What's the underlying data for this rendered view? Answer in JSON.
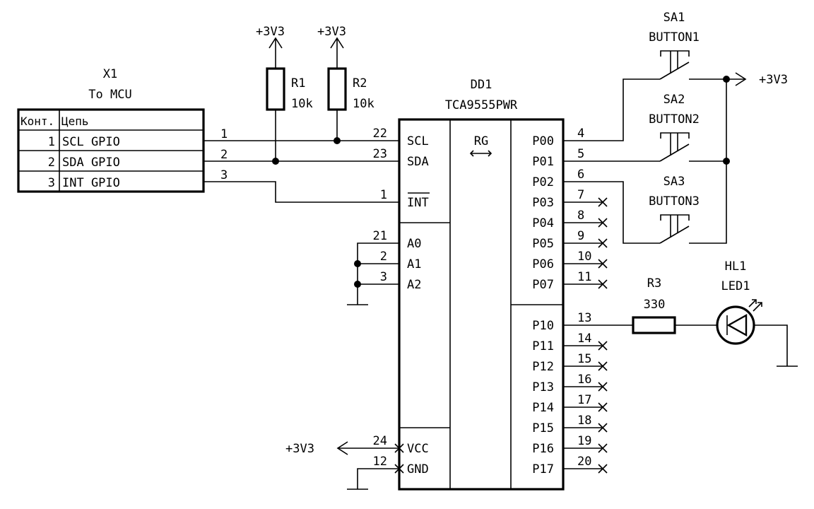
{
  "connector": {
    "ref": "X1",
    "value": "To MCU",
    "header": [
      "Конт.",
      "Цепь"
    ],
    "rows": [
      {
        "num": "1",
        "net": "SCL GPIO",
        "pin": "1"
      },
      {
        "num": "2",
        "net": "SDA GPIO",
        "pin": "2"
      },
      {
        "num": "3",
        "net": "INT GPIO",
        "pin": "3"
      }
    ]
  },
  "pullups": [
    {
      "ref": "R1",
      "value": "10k",
      "power": "+3V3"
    },
    {
      "ref": "R2",
      "value": "10k",
      "power": "+3V3"
    }
  ],
  "chip": {
    "ref": "DD1",
    "value": "TCA9555PWR",
    "center_label": "RG",
    "center_symbol": "⟷",
    "left_pins": [
      {
        "name": "SCL",
        "num": "22"
      },
      {
        "name": "SDA",
        "num": "23"
      },
      {
        "name": "INT",
        "num": "1",
        "inverted": true
      },
      {
        "name": "A0",
        "num": "21"
      },
      {
        "name": "A1",
        "num": "2"
      },
      {
        "name": "A2",
        "num": "3"
      },
      {
        "name": "VCC",
        "num": "24"
      },
      {
        "name": "GND",
        "num": "12"
      }
    ],
    "right_pins": [
      {
        "name": "P00",
        "num": "4",
        "nc": false
      },
      {
        "name": "P01",
        "num": "5",
        "nc": false
      },
      {
        "name": "P02",
        "num": "6",
        "nc": false
      },
      {
        "name": "P03",
        "num": "7",
        "nc": true
      },
      {
        "name": "P04",
        "num": "8",
        "nc": true
      },
      {
        "name": "P05",
        "num": "9",
        "nc": true
      },
      {
        "name": "P06",
        "num": "10",
        "nc": true
      },
      {
        "name": "P07",
        "num": "11",
        "nc": true
      },
      {
        "name": "P10",
        "num": "13",
        "nc": false
      },
      {
        "name": "P11",
        "num": "14",
        "nc": true
      },
      {
        "name": "P12",
        "num": "15",
        "nc": true
      },
      {
        "name": "P13",
        "num": "16",
        "nc": true
      },
      {
        "name": "P14",
        "num": "17",
        "nc": true
      },
      {
        "name": "P15",
        "num": "18",
        "nc": true
      },
      {
        "name": "P16",
        "num": "19",
        "nc": true
      },
      {
        "name": "P17",
        "num": "20",
        "nc": true
      }
    ],
    "vcc_power": "+3V3"
  },
  "buttons": [
    {
      "ref": "SA1",
      "value": "BUTTON1"
    },
    {
      "ref": "SA2",
      "value": "BUTTON2"
    },
    {
      "ref": "SA3",
      "value": "BUTTON3"
    }
  ],
  "buttons_power": "+3V3",
  "resistor_led": {
    "ref": "R3",
    "value": "330"
  },
  "led": {
    "ref": "HL1",
    "value": "LED1"
  }
}
